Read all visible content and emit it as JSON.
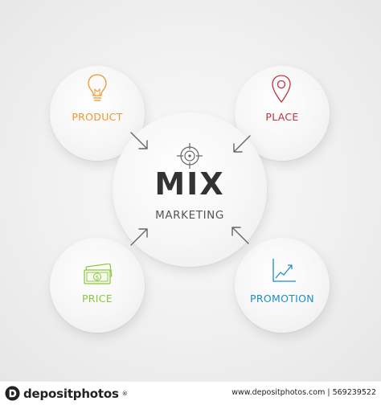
{
  "diagram": {
    "center": {
      "title": "MIX",
      "subtitle": "MARKETING",
      "icon": "target-icon"
    },
    "nodes": [
      {
        "label": "PRODUCT",
        "icon": "lightbulb-icon",
        "color": "#f0962c"
      },
      {
        "label": "PLACE",
        "icon": "map-pin-icon",
        "color": "#c0343c"
      },
      {
        "label": "PRICE",
        "icon": "money-icon",
        "color": "#8cc63e"
      },
      {
        "label": "PROMOTION",
        "icon": "line-chart-icon",
        "color": "#1b8fc5"
      }
    ],
    "arrow_color": "#666666"
  },
  "footer": {
    "brand": "depositphotos",
    "credit": "www.depositphotos.com",
    "image_id": "569239522"
  }
}
